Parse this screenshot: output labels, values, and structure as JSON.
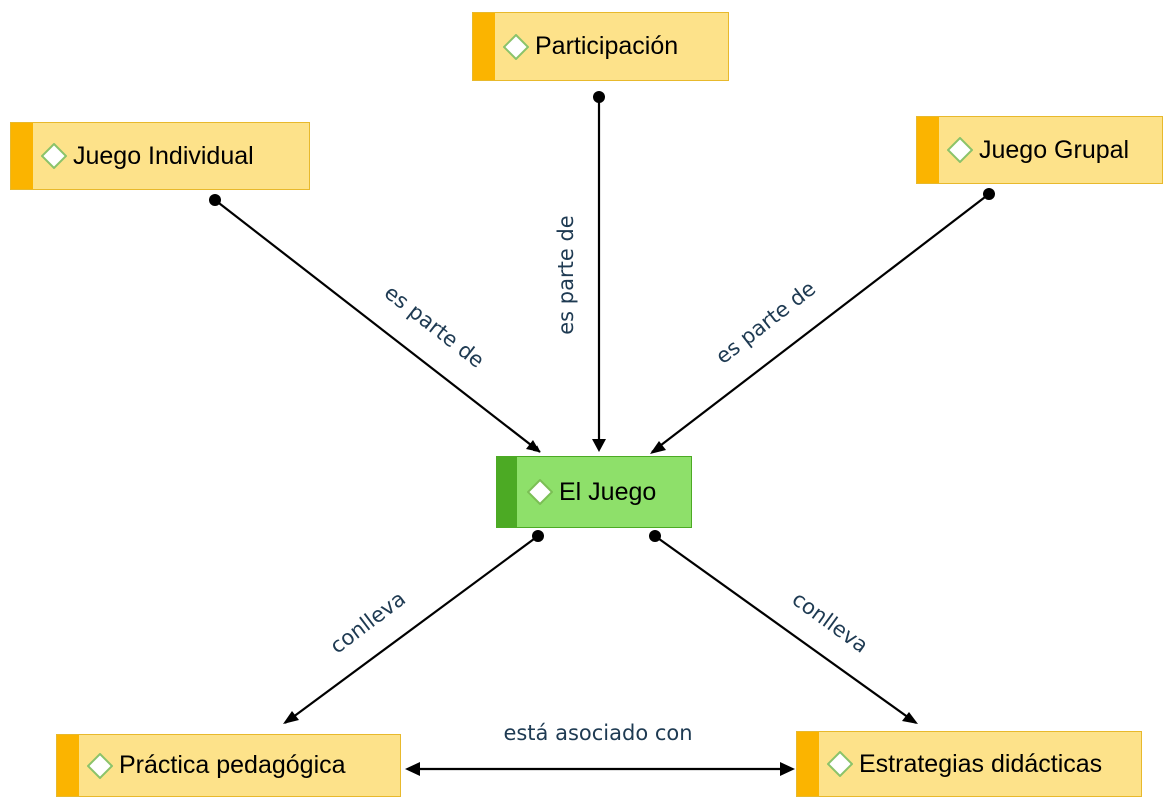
{
  "nodes": {
    "participacion": {
      "label": "Participación"
    },
    "juego_individual": {
      "label": "Juego Individual"
    },
    "juego_grupal": {
      "label": "Juego Grupal"
    },
    "el_juego": {
      "label": "El Juego"
    },
    "practica_pedagogica": {
      "label": "Práctica pedagógica"
    },
    "estrategias_didacticas": {
      "label": "Estrategias didácticas"
    }
  },
  "edges": {
    "individual_to_juego": {
      "label": "es parte de"
    },
    "participacion_to_juego": {
      "label": "es parte de"
    },
    "grupal_to_juego": {
      "label": "es parte de"
    },
    "juego_to_practica": {
      "label": "conlleva"
    },
    "juego_to_estrategias": {
      "label": "conlleva"
    },
    "practica_estrategias": {
      "label": "está asociado con"
    }
  },
  "colors": {
    "concept_fill": "#fde28a",
    "concept_bar": "#fbb400",
    "root_fill": "#8ee06a",
    "root_bar": "#4caa24",
    "edge": "#000000",
    "edge_label": "#1e3a52"
  },
  "icons": {
    "node_icon": "diamond-icon"
  }
}
